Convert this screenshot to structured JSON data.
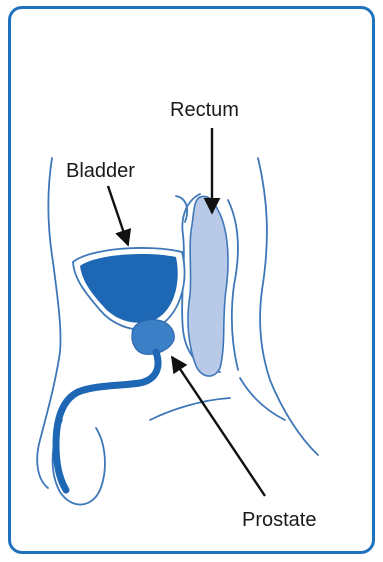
{
  "labels": {
    "rectum": "Rectum",
    "bladder": "Bladder",
    "prostate": "Prostate"
  },
  "colors": {
    "frame": "#1f73bd",
    "outline": "#3f78b8",
    "bladder_fill": "#1e67b4",
    "prostate_fill": "#3b7fc6",
    "rectum_fill": "#b9cae8",
    "arrow": "#111111"
  }
}
